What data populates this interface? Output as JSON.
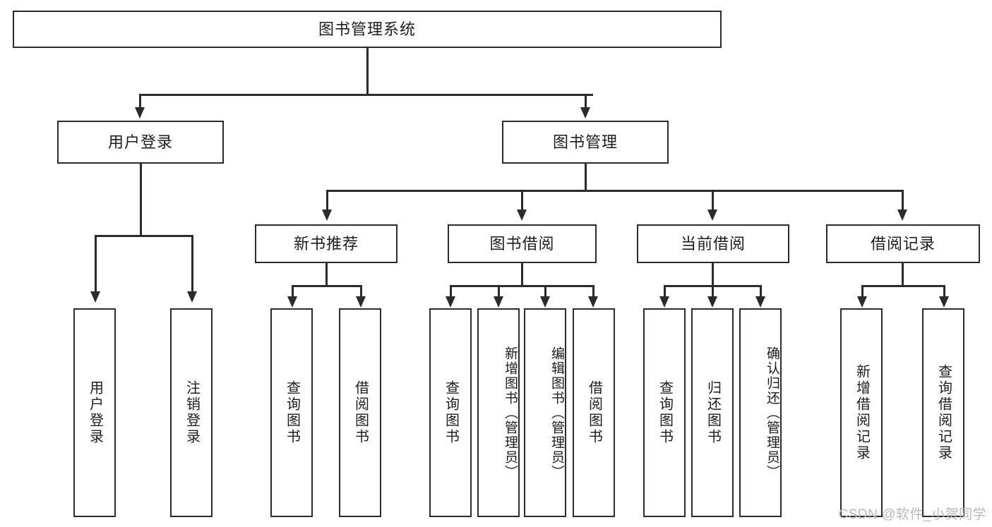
{
  "diagram": {
    "title": "图书管理系统",
    "type": "tree",
    "root": {
      "label": "图书管理系统"
    },
    "level2": [
      {
        "label": "用户登录"
      },
      {
        "label": "图书管理"
      }
    ],
    "level3": [
      {
        "label": "新书推荐"
      },
      {
        "label": "图书借阅"
      },
      {
        "label": "当前借阅"
      },
      {
        "label": "借阅记录"
      }
    ],
    "leaves_user_login": [
      {
        "label": "用户登录"
      },
      {
        "label": "注销登录"
      }
    ],
    "leaves_new_books": [
      {
        "label": "查询图书"
      },
      {
        "label": "借阅图书"
      }
    ],
    "leaves_borrow": [
      {
        "label": "查询图书"
      },
      {
        "label": "新增图书（管理员）"
      },
      {
        "label": "编辑图书（管理员）"
      },
      {
        "label": "借阅图书"
      }
    ],
    "leaves_current": [
      {
        "label": "查询图书"
      },
      {
        "label": "归还图书"
      },
      {
        "label": "确认归还（管理员）"
      }
    ],
    "leaves_records": [
      {
        "label": "新增借阅记录"
      },
      {
        "label": "查询借阅记录"
      }
    ]
  },
  "watermark": {
    "text": "CSDN @软件_小贺同学"
  },
  "colors": {
    "stroke": "#2b2b2b",
    "background": "#ffffff",
    "text": "#1d1d1d",
    "watermark": "#b9b9b9"
  }
}
